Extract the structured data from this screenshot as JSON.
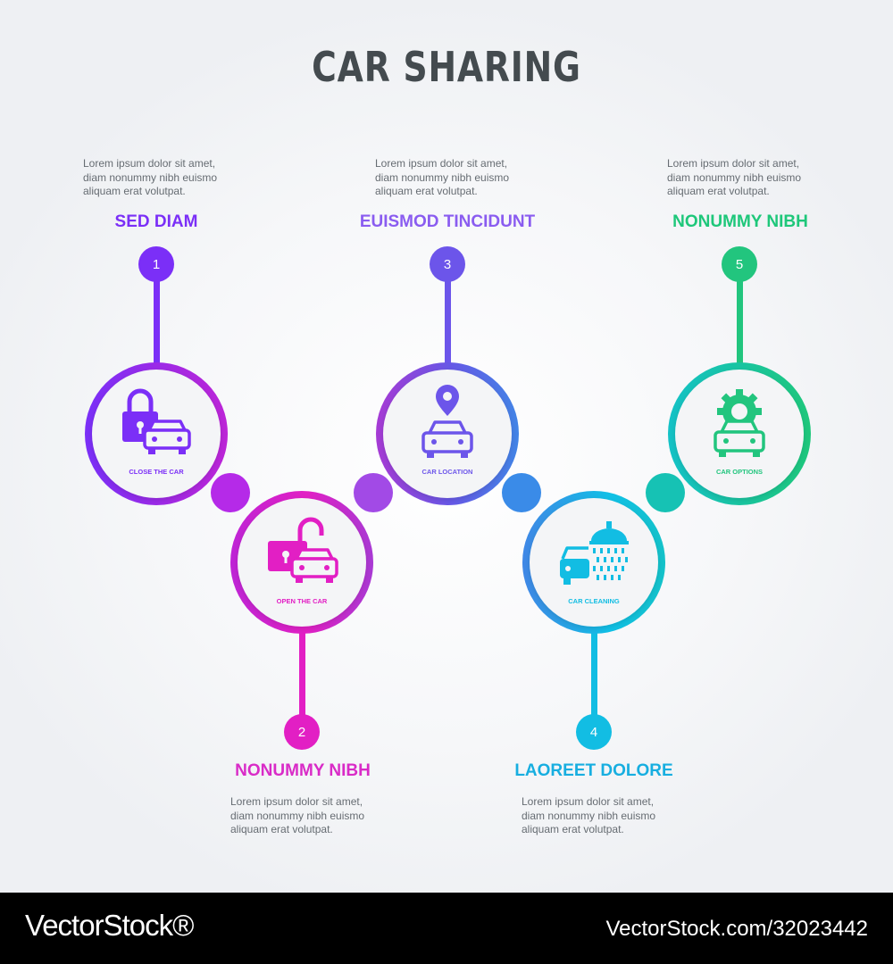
{
  "title": "CAR SHARING",
  "colors": {
    "purple": "#7b2ff7",
    "magenta": "#e21fc4",
    "indigo": "#6658e6",
    "cyan": "#10c0e6",
    "green": "#1ec77a",
    "background": "#f6f7f9",
    "text": "#444b4f"
  },
  "steps": [
    {
      "number": "1",
      "heading": "SED DIAM",
      "heading_color": "#7b2ff7",
      "circle_label": "CLOSE THE CAR",
      "icon": "locked-car-icon",
      "description": [
        "Lorem ipsum dolor sit amet,",
        "diam nonummy nibh euismo",
        "aliquam erat volutpat."
      ]
    },
    {
      "number": "2",
      "heading": "NONUMMY NIBH",
      "heading_color": "#d92bc7",
      "circle_label": "OPEN THE CAR",
      "icon": "unlocked-car-icon",
      "description": [
        "Lorem ipsum dolor sit amet,",
        "diam nonummy nibh euismo",
        "aliquam erat volutpat."
      ]
    },
    {
      "number": "3",
      "heading": "EUISMOD TINCIDUNT",
      "heading_color": "#8a5cf0",
      "circle_label": "CAR LOCATION",
      "icon": "car-location-icon",
      "description": [
        "Lorem ipsum dolor sit amet,",
        "diam nonummy nibh euismo",
        "aliquam erat volutpat."
      ]
    },
    {
      "number": "4",
      "heading": "LAOREET DOLORE",
      "heading_color": "#17aee0",
      "circle_label": "CAR CLEANING",
      "icon": "car-cleaning-icon",
      "description": [
        "Lorem ipsum dolor sit amet,",
        "diam nonummy nibh euismo",
        "aliquam erat volutpat."
      ]
    },
    {
      "number": "5",
      "heading": "NONUMMY NIBH",
      "heading_color": "#1ec77a",
      "circle_label": "CAR OPTIONS",
      "icon": "car-options-icon",
      "description": [
        "Lorem ipsum dolor sit amet,",
        "diam nonummy nibh euismo",
        "aliquam erat volutpat."
      ]
    }
  ],
  "footer": {
    "brand": "VectorStock®",
    "url": "VectorStock.com/32023442"
  }
}
